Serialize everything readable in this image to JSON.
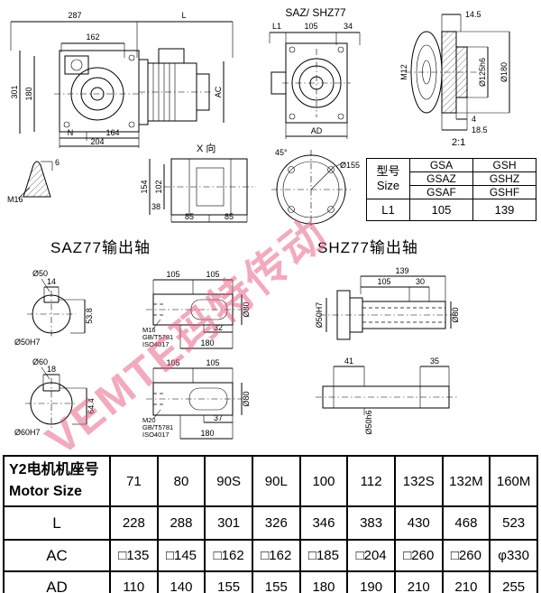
{
  "watermark": {
    "text": "VEMTE玛特传动",
    "color": "#e8557a"
  },
  "panel_gearbox": {
    "dim_287": "287",
    "dim_L": "L",
    "dim_162": "162",
    "dim_301": "301",
    "dim_180": "180",
    "label_N": "N",
    "dim_164": "164",
    "dim_204": "204",
    "dim_AC": "AC"
  },
  "panel_saz_front": {
    "title": "SAZ/ SHZ77",
    "dim_L1": "L1",
    "dim_105": "105",
    "dim_34": "34",
    "dim_AD": "AD"
  },
  "panel_detail": {
    "dim_145": "14.5",
    "label_M12": "M12",
    "dim_d125": "Ø125h6",
    "dim_d180": "Ø180",
    "dim_4": "4",
    "dim_185": "18.5",
    "scale": "2:1"
  },
  "panel_cone": {
    "dim_6": "6",
    "label_M16": "M16"
  },
  "panel_xview": {
    "title": "X 向",
    "dim_154": "154",
    "dim_102": "102",
    "dim_38": "38",
    "dim_85a": "85",
    "dim_85b": "85"
  },
  "panel_circle": {
    "dim_45": "45°",
    "dim_d155": "Ø155"
  },
  "size_table": {
    "header": {
      "line1": "型号",
      "line2": "Size"
    },
    "rows": [
      {
        "c1": "GSA",
        "c2": "GSH"
      },
      {
        "c1": "GSAZ",
        "c2": "GSHZ"
      },
      {
        "c1": "GSAF",
        "c2": "GSHF"
      }
    ],
    "l1_row": {
      "label": "L1",
      "v1": "105",
      "v2": "139"
    }
  },
  "sections": {
    "saz_title": "SAZ77输出轴",
    "shz_title": "SHZ77输出轴"
  },
  "saz_shaft_50": {
    "label_d50": "Ø50",
    "dim_14": "14",
    "dim_538": "53.8",
    "label_d50h7": "Ø50H7",
    "dim_105a": "105",
    "dim_105b": "105",
    "thread": "M16",
    "std1": "GB/T5781",
    "std2": "ISO4017",
    "dim_32": "32",
    "dim_180": "180",
    "label_d80": "Ø80"
  },
  "saz_shaft_60": {
    "label_d60": "Ø60",
    "dim_18": "18",
    "dim_644": "64.4",
    "label_d60h7": "Ø60H7",
    "dim_105a": "105",
    "dim_105b": "105",
    "thread": "M20",
    "std1": "GB/T5781",
    "std2": "ISO4017",
    "dim_37": "37",
    "dim_180": "180",
    "label_d80": "Ø80"
  },
  "shz_shaft_top": {
    "dim_139": "139",
    "dim_105": "105",
    "dim_30": "30",
    "label_d50h7": "Ø50H7",
    "label_d80": "Ø80"
  },
  "shz_shaft_bottom": {
    "dim_41": "41",
    "dim_35": "35",
    "label_d50h6": "Ø50h6"
  },
  "motor_table": {
    "header_cn": "Y2电机机座号",
    "header_en": "Motor Size",
    "sizes": [
      "71",
      "80",
      "90S",
      "90L",
      "100",
      "112",
      "132S",
      "132M",
      "160M"
    ],
    "rows": [
      {
        "label": "L",
        "values": [
          "228",
          "288",
          "301",
          "326",
          "346",
          "383",
          "430",
          "468",
          "523"
        ]
      },
      {
        "label": "AC",
        "values": [
          "□135",
          "□145",
          "□162",
          "□162",
          "□185",
          "□204",
          "□260",
          "□260",
          "φ330"
        ]
      },
      {
        "label": "AD",
        "values": [
          "110",
          "140",
          "155",
          "155",
          "180",
          "190",
          "210",
          "210",
          "255"
        ]
      }
    ]
  }
}
